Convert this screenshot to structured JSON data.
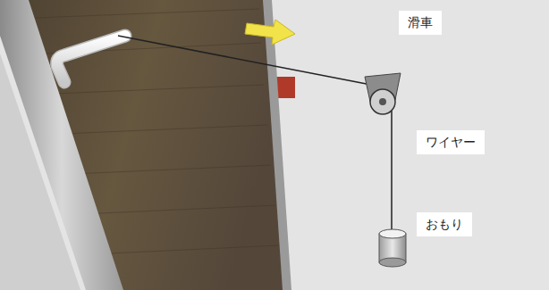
{
  "diagram": {
    "labels": [
      "滑車",
      "ワイヤー",
      "おもり"
    ]
  }
}
